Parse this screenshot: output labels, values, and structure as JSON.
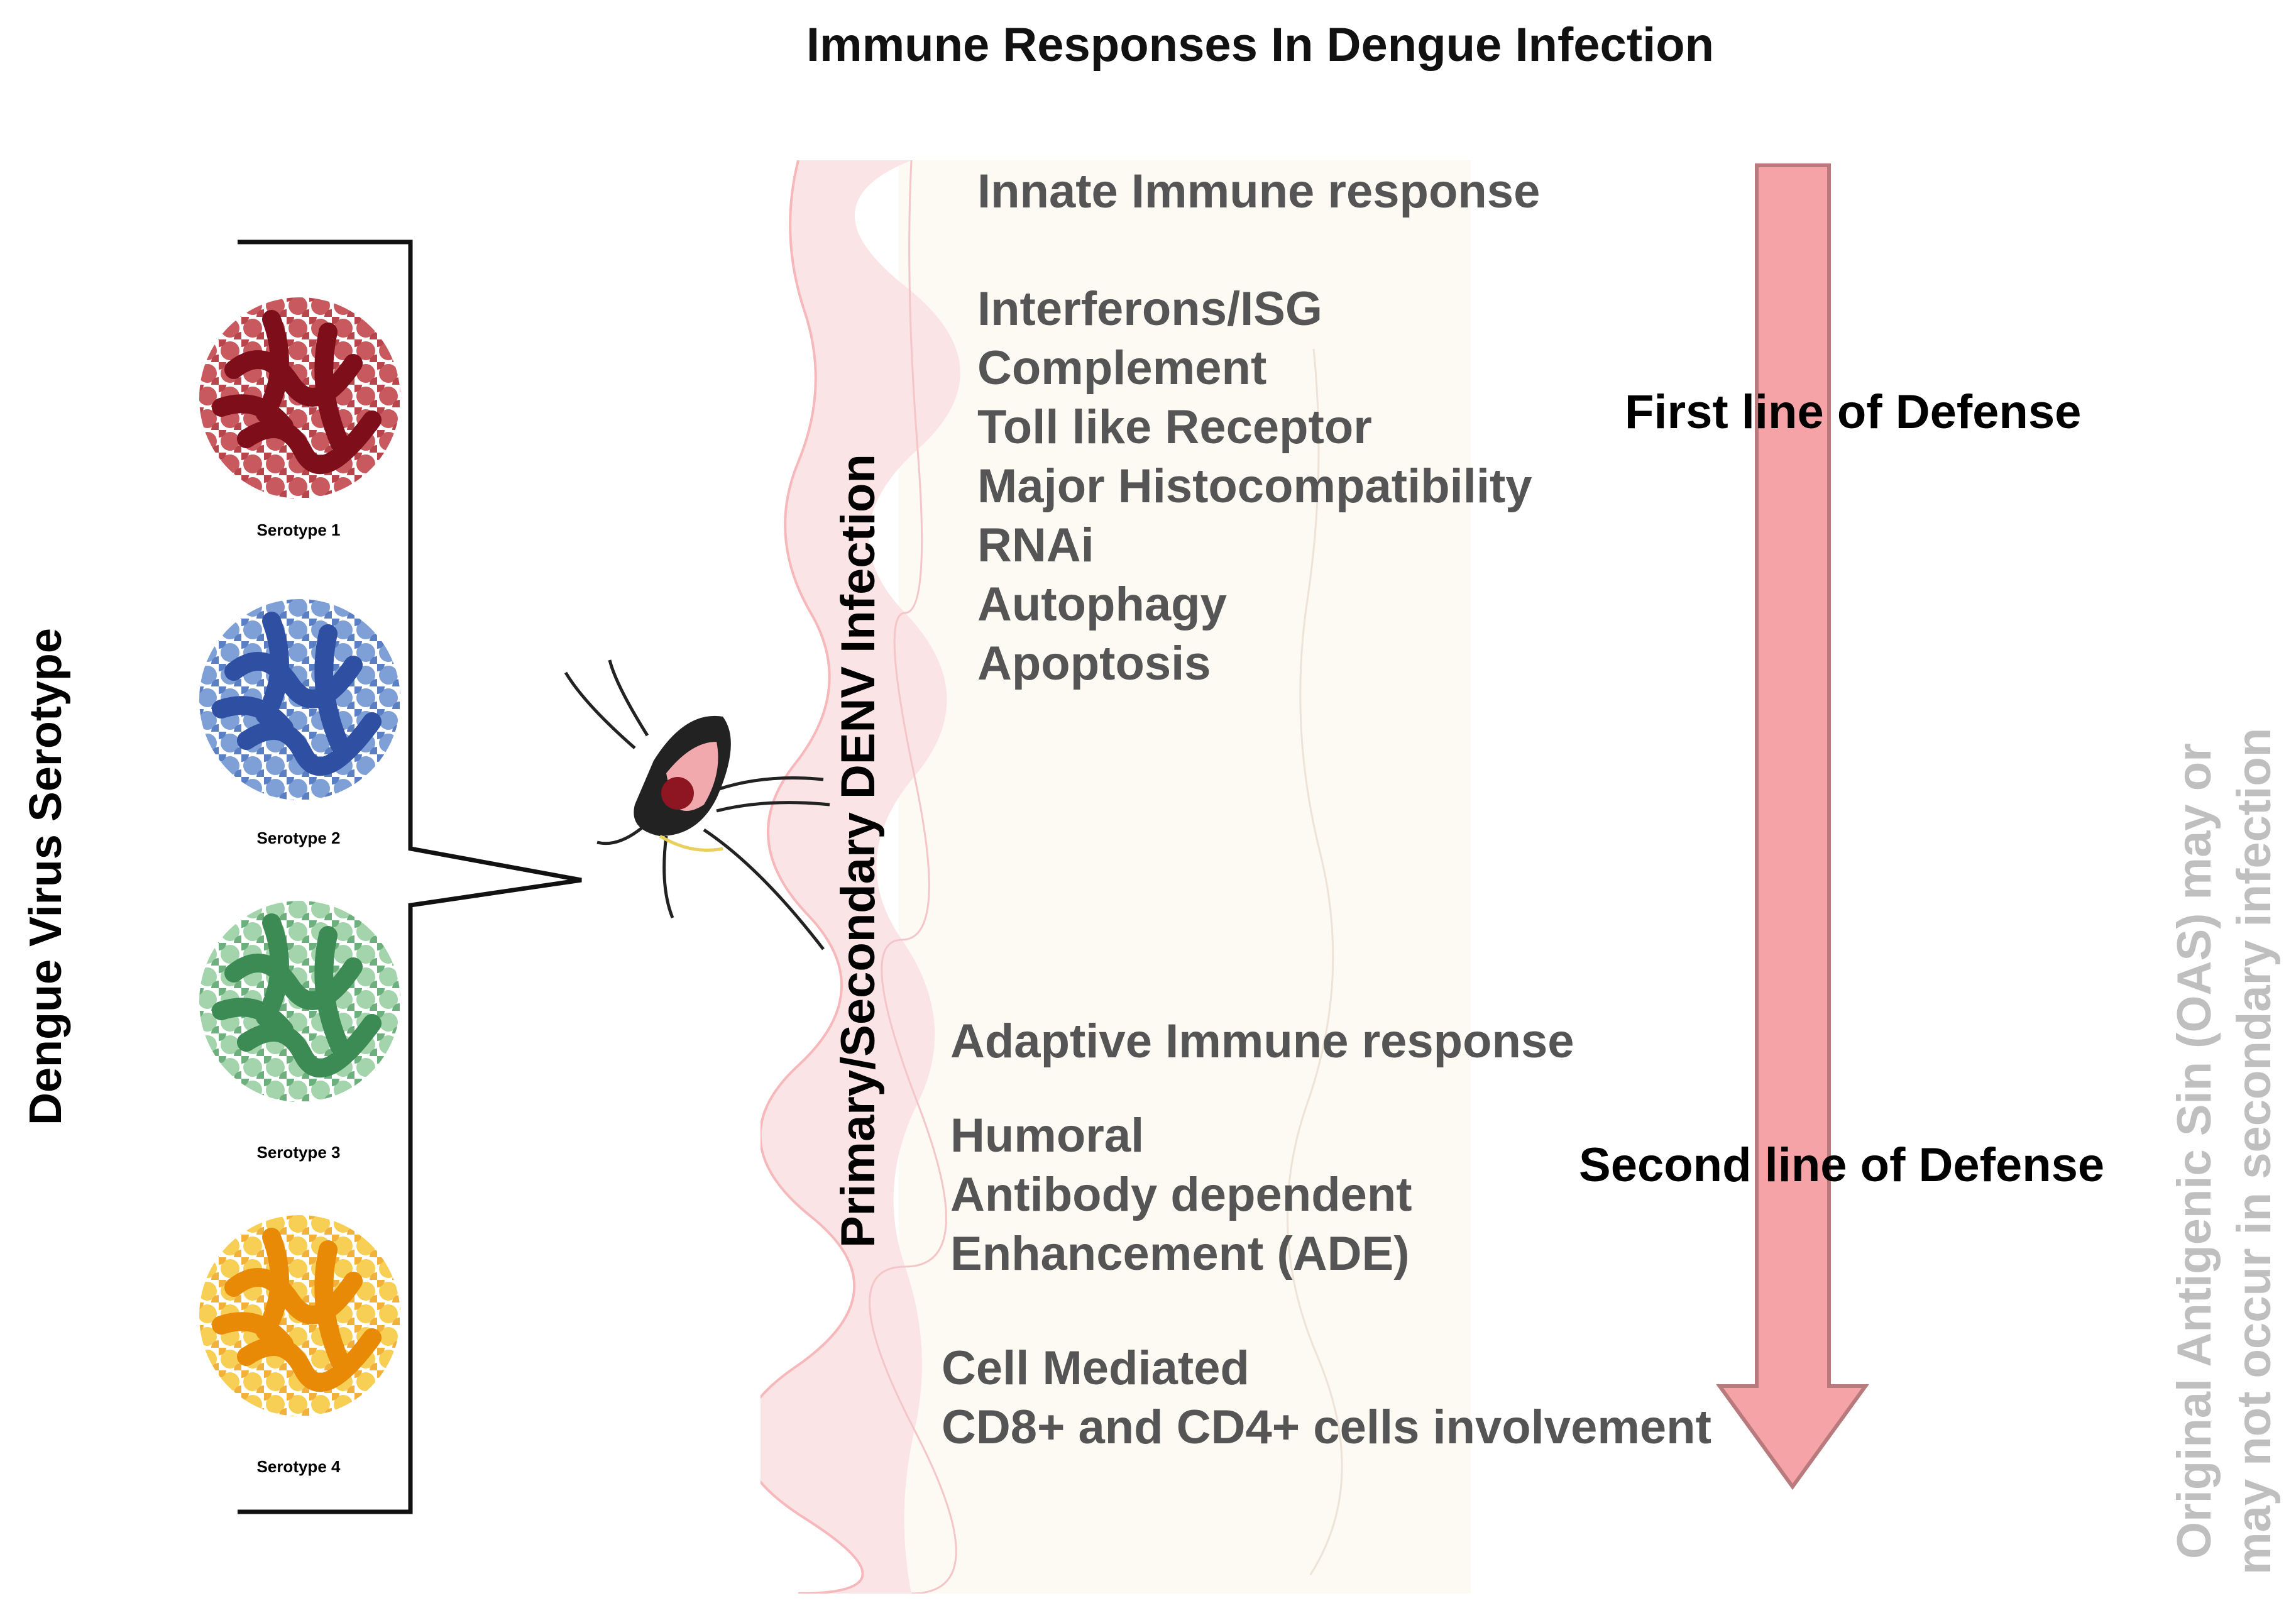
{
  "title": "Immune Responses In Dengue Infection",
  "left_axis_label": "Dengue Virus Serotype",
  "serotypes": [
    {
      "label": "Serotype 1",
      "color_dark": "#8e1522",
      "color_light": "#c85a5f"
    },
    {
      "label": "Serotype 2",
      "color_dark": "#2f4fa3",
      "color_light": "#7ea0d6"
    },
    {
      "label": "Serotype 3",
      "color_dark": "#3c8a54",
      "color_light": "#8fc79a"
    },
    {
      "label": "Serotype 4",
      "color_dark": "#e88a05",
      "color_light": "#f7cf55"
    }
  ],
  "infection_label": "Primary/Secondary DENV Infection",
  "innate": {
    "heading": "Innate Immune response",
    "items": [
      "Interferons/ISG",
      "Complement",
      "Toll like Receptor",
      "Major Histocompatibility",
      "RNAi",
      "Autophagy",
      "Apoptosis"
    ]
  },
  "adaptive": {
    "heading": "Adaptive Immune response",
    "humoral": [
      "Humoral",
      "Antibody dependent",
      "Enhancement (ADE)"
    ],
    "cell_mediated": [
      "Cell Mediated",
      "CD8+ and CD4+ cells involvement"
    ]
  },
  "defense": {
    "first": "First line of Defense",
    "second": "Second line of Defense"
  },
  "side_note": [
    "Original Antigenic Sin (OAS) may or",
    "may not occur in secondary infection"
  ],
  "colors": {
    "arrow_fill": "#f5a3a6",
    "arrow_stroke": "#b87a7d",
    "tissue_pink": "#fbe4e5",
    "tissue_cream": "#fdf9f3"
  }
}
